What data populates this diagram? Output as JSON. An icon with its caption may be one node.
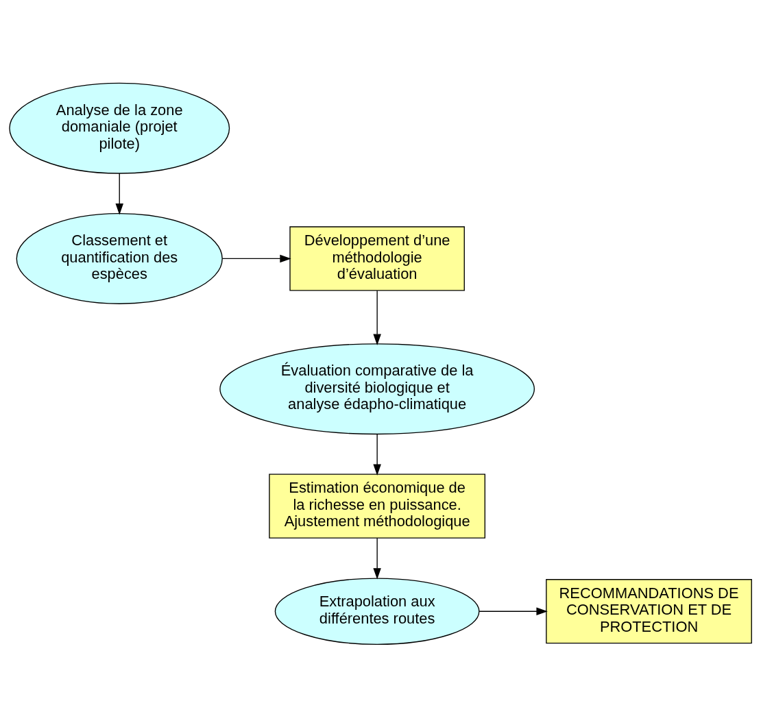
{
  "diagram": {
    "nodes": [
      {
        "text": [
          "Analyse de la zone domaniale (projet pilote)"
        ]
      },
      {
        "text": [
          "Classement et quantification des espèces"
        ]
      },
      {
        "text": [
          "Développement d’une méthodologie d’évaluation"
        ]
      },
      {
        "text": [
          "Évaluation comparative de la diversité biologique et analyse édapho-climatique"
        ]
      },
      {
        "text": [
          "Estimation économique de la richesse en puissance. Ajustement méthodologique"
        ]
      },
      {
        "text": [
          "Extrapolation aux différentes routes"
        ]
      },
      {
        "text": [
          "RECOMMANDATIONS DE CONSERVATION ET DE PROTECTION"
        ]
      }
    ],
    "edges": [
      {
        "from": 0,
        "to": 1,
        "arrow": "to"
      },
      {
        "from": 1,
        "to": 2,
        "arrow": "to"
      },
      {
        "from": 2,
        "to": 3,
        "arrow": "to"
      },
      {
        "from": 3,
        "to": 4,
        "arrow": "to"
      },
      {
        "from": 4,
        "to": 5,
        "arrow": "to"
      },
      {
        "from": 5,
        "to": 6,
        "arrow": "to"
      }
    ]
  }
}
